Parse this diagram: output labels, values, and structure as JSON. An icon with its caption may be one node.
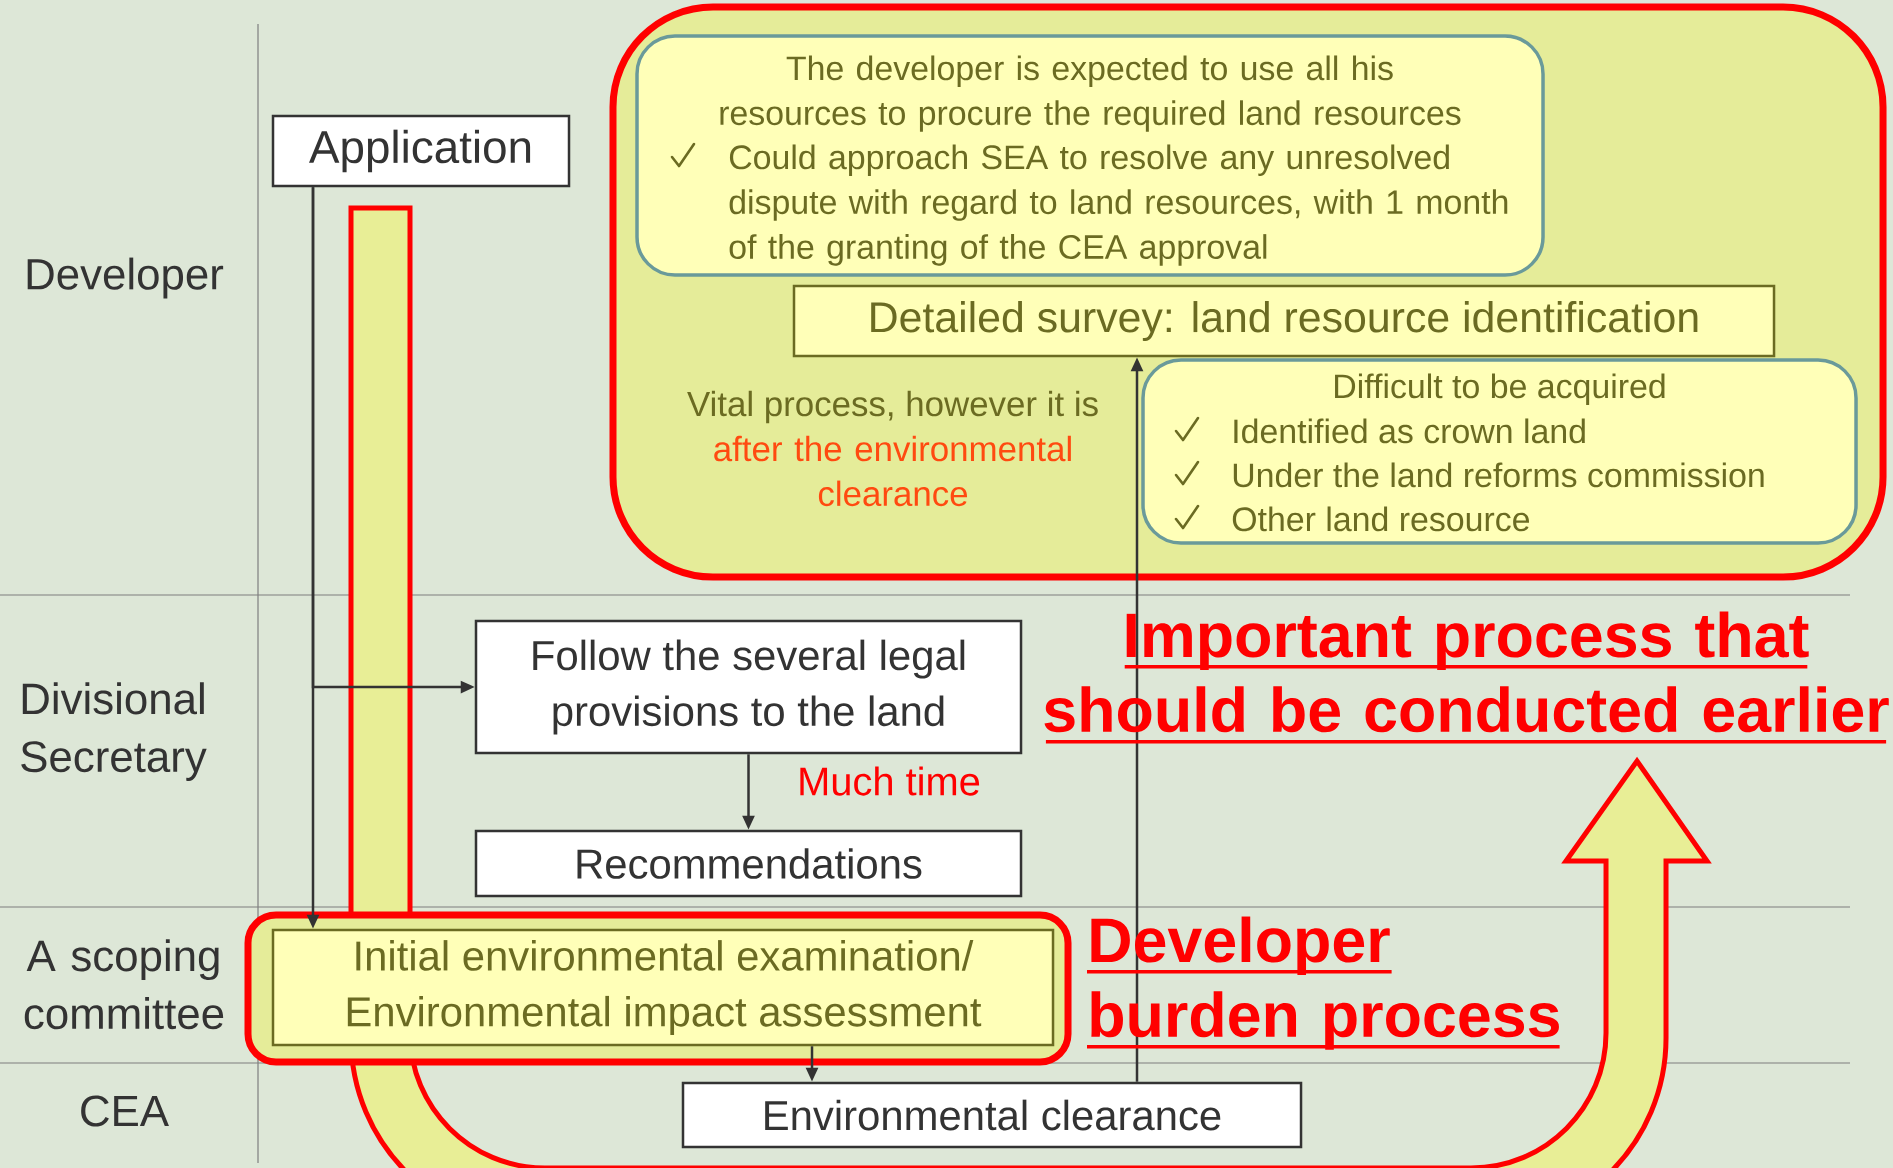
{
  "diagram": {
    "nodes": [
      {
        "text": [
          "Application"
        ]
      },
      {
        "text": [],
        "shape": "box"
      },
      {
        "text": [
          "The developer is expected to use all his resources to procure the required land resources",
          "Could approach SEA to resolve any unresolved dispute with regard to land resources, with 1 month of the granting of the CEA approval"
        ],
        "in": 1
      },
      {
        "text": [
          "Detailed survey: land resource identification"
        ],
        "in": 1
      },
      {
        "text": [
          "Difficult to be acquired",
          "Identified as crown land",
          "Under the land reforms commission",
          "Other land resource"
        ],
        "in": 1
      },
      {
        "text": [
          "Follow the several legal provisions to the land"
        ]
      },
      {
        "text": [
          "Recommendations"
        ]
      },
      {
        "text": [],
        "shape": "box"
      },
      {
        "text": [
          "Initial environmental examination/ Environmental impact assessment"
        ],
        "in": 7
      },
      {
        "text": [
          "Environmental clearance"
        ]
      }
    ],
    "edges": [
      {
        "from": 0,
        "to": 5,
        "arrow": "to"
      },
      {
        "from": 0,
        "to": 8,
        "arrow": "to"
      },
      {
        "from": 5,
        "to": 6,
        "arrow": "to",
        "label": "Much time"
      },
      {
        "from": 8,
        "to": 9,
        "arrow": "to"
      },
      {
        "from": 9,
        "to": 3,
        "arrow": "to"
      }
    ],
    "labels": [
      "Developer",
      "Divisional Secretary",
      "A scoping committee",
      "CEA",
      "Vital process, however it is",
      "after the environmental clearance",
      "Important process that should be conducted earlier",
      "Developer burden process"
    ]
  }
}
